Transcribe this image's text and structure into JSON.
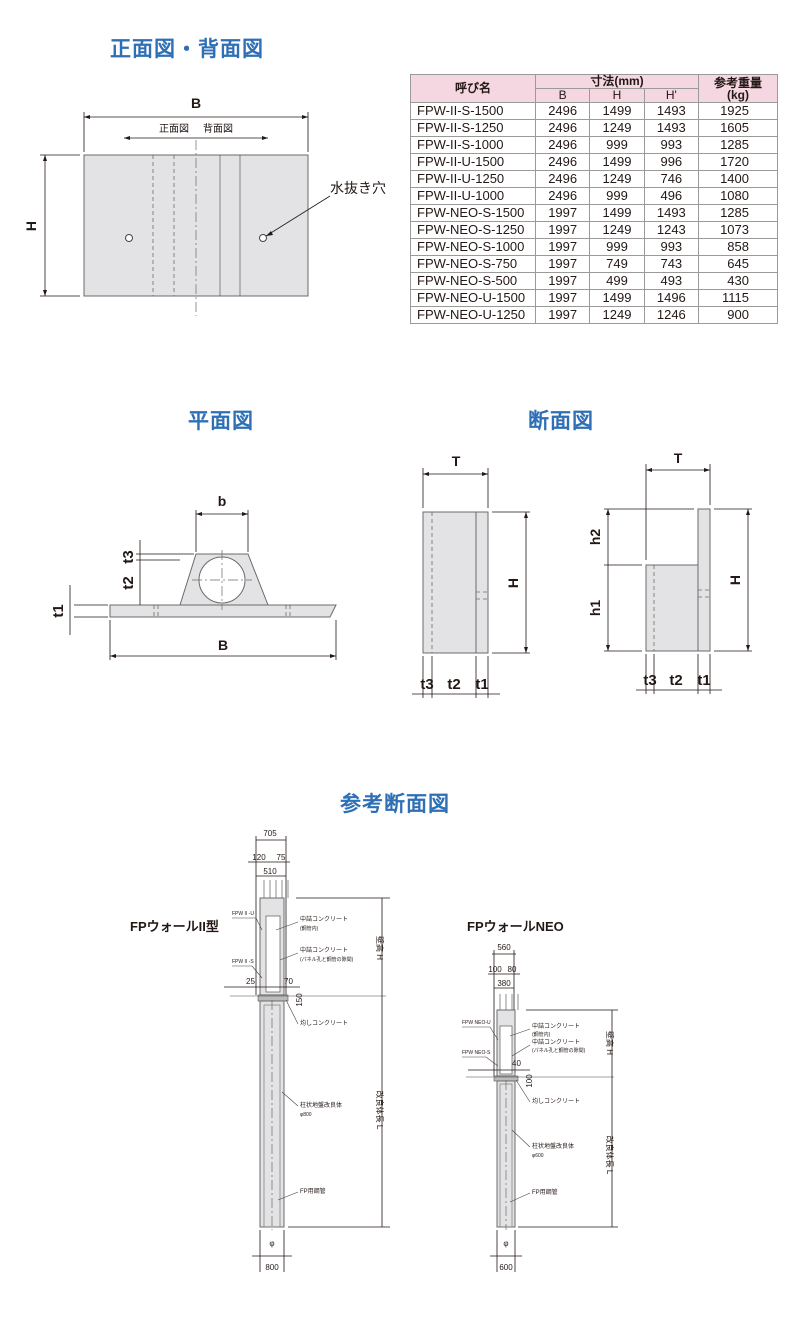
{
  "headings": {
    "front_back": "正面図・背面図",
    "plan": "平面図",
    "section": "断面図",
    "ref_section": "参考断面図"
  },
  "front_view": {
    "dim_B": "B",
    "dim_H": "H",
    "label_front": "正面図",
    "label_back": "背面図",
    "drain_hole": "水抜き穴"
  },
  "table": {
    "header_name": "呼び名",
    "header_dims": "寸法(mm)",
    "header_weight_1": "参考重量",
    "header_weight_2": "(kg)",
    "sub_headers": [
      "B",
      "H",
      "H'"
    ],
    "rows": [
      [
        "FPW-II-S-1500",
        "2496",
        "1499",
        "1493",
        "1925"
      ],
      [
        "FPW-II-S-1250",
        "2496",
        "1249",
        "1493",
        "1605"
      ],
      [
        "FPW-II-S-1000",
        "2496",
        "999",
        "993",
        "1285"
      ],
      [
        "FPW-II-U-1500",
        "2496",
        "1499",
        "996",
        "1720"
      ],
      [
        "FPW-II-U-1250",
        "2496",
        "1249",
        "746",
        "1400"
      ],
      [
        "FPW-II-U-1000",
        "2496",
        "999",
        "496",
        "1080"
      ],
      [
        "FPW-NEO-S-1500",
        "1997",
        "1499",
        "1493",
        "1285"
      ],
      [
        "FPW-NEO-S-1250",
        "1997",
        "1249",
        "1243",
        "1073"
      ],
      [
        "FPW-NEO-S-1000",
        "1997",
        "999",
        "993",
        "858"
      ],
      [
        "FPW-NEO-S-750",
        "1997",
        "749",
        "743",
        "645"
      ],
      [
        "FPW-NEO-S-500",
        "1997",
        "499",
        "493",
        "430"
      ],
      [
        "FPW-NEO-U-1500",
        "1997",
        "1499",
        "1496",
        "1115"
      ],
      [
        "FPW-NEO-U-1250",
        "1997",
        "1249",
        "1246",
        "900"
      ]
    ]
  },
  "plan_view": {
    "b": "b",
    "t3": "t3",
    "t2": "t2",
    "t1": "t1",
    "B": "B"
  },
  "section_view": {
    "T": "T",
    "H": "H",
    "t3": "t3",
    "t2": "t2",
    "t1": "t1",
    "h1": "h1",
    "h2": "h2"
  },
  "ref_left": {
    "title": "FPウォールII型",
    "d705": "705",
    "d120": "120",
    "d75": "75",
    "d510": "510",
    "d25": "25",
    "d70": "70",
    "d150": "150",
    "d800": "800",
    "phi": "φ",
    "tag_u": "FPW II -U",
    "tag_s": "FPW II -S",
    "n_fill": "中詰コンクリート",
    "n_fill_sub": "(鋼管内)",
    "n_fill2": "中詰コンクリート",
    "n_fill2_sub": "(パネル孔と鋼管の隙間)",
    "n_level": "均しコンクリート",
    "n_column": "柱状地盤改良体",
    "n_column_sub": "φ800",
    "n_pipe": "FP用鋼管",
    "wall_h": "壁高 H",
    "body_l": "改良体長 L"
  },
  "ref_right": {
    "title": "FPウォールNEO",
    "d560": "560",
    "d100": "100",
    "d80": "80",
    "d380": "380",
    "d40": "40",
    "d100b": "100",
    "d600": "600",
    "phi": "φ",
    "tag_u": "FPW NEO-U",
    "tag_s": "FPW NEO-S",
    "n_fill": "中詰コンクリート",
    "n_fill_sub": "(鋼管内)",
    "n_fill2": "中詰コンクリート",
    "n_fill2_sub": "(パネル孔と鋼管の隙間)",
    "n_level": "均しコンクリート",
    "n_column": "柱状地盤改良体",
    "n_column_sub": "φ600",
    "n_pipe": "FP用鋼管",
    "wall_h": "壁高 H",
    "body_l": "改良体長 L"
  }
}
